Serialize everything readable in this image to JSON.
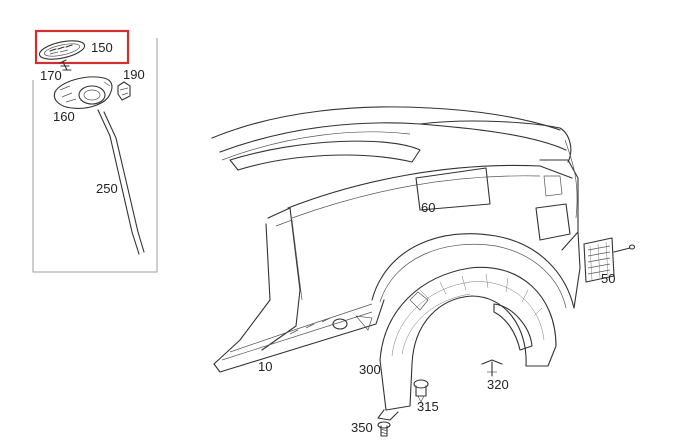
{
  "part_labels": {
    "p10": "10",
    "p50": "50",
    "p60": "60",
    "p150": "150",
    "p160": "160",
    "p170": "170",
    "p190": "190",
    "p250": "250",
    "p300": "300",
    "p315": "315",
    "p320": "320",
    "p350": "350"
  },
  "colors": {
    "highlight": "#d32f2f",
    "line": "#333333",
    "inset_border": "#9e9e9e"
  },
  "highlighted_part": "150"
}
